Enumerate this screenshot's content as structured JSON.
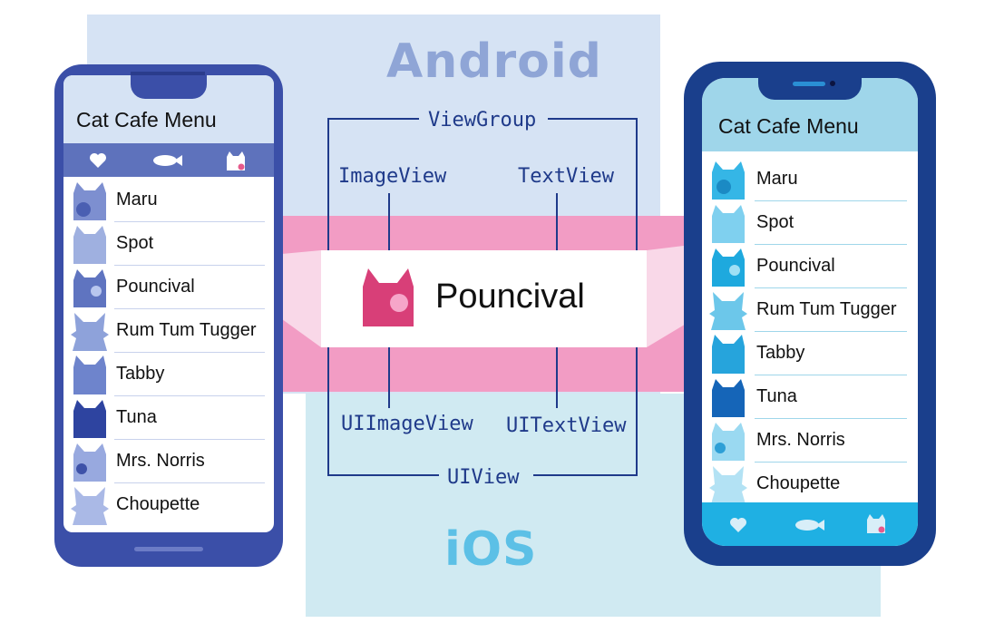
{
  "labels": {
    "android": "Android",
    "ios": "iOS",
    "viewgroup": "ViewGroup",
    "imageview": "ImageView",
    "textview": "TextView",
    "uiimageview": "UIImageView",
    "uitextview": "UITextView",
    "uiview": "UIView"
  },
  "center_item": {
    "name": "Pouncival"
  },
  "android_phone": {
    "title": "Cat Cafe Menu",
    "tabs": [
      "heart-icon",
      "fish-icon",
      "cat-icon"
    ],
    "items": [
      "Maru",
      "Spot",
      "Pouncival",
      "Rum Tum Tugger",
      "Tabby",
      "Tuna",
      "Mrs. Norris",
      "Choupette"
    ]
  },
  "ios_phone": {
    "title": "Cat Cafe Menu",
    "tabs": [
      "heart-icon",
      "fish-icon",
      "cat-icon"
    ],
    "items": [
      "Maru",
      "Spot",
      "Pouncival",
      "Rum Tum Tugger",
      "Tabby",
      "Tuna",
      "Mrs. Norris",
      "Choupette"
    ]
  },
  "colors": {
    "android_bg": "#d6e3f4",
    "ios_bg": "#d0eaf2",
    "highlight_pink": "#f29cc4",
    "android_frame": "#3b4fa8",
    "ios_frame": "#1a3f8c",
    "accent_pink": "#d83f78"
  }
}
